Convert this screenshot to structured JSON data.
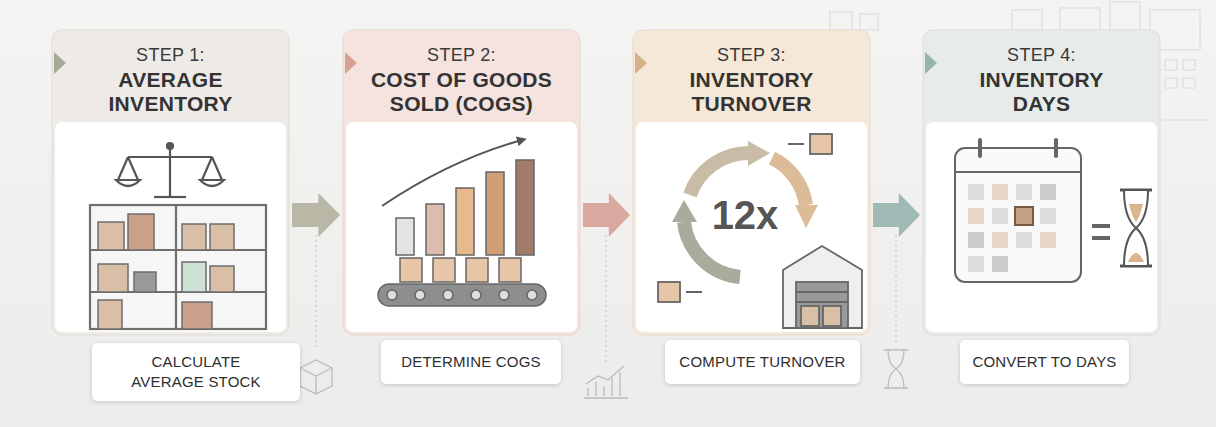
{
  "diagram": {
    "nodes": [
      {
        "text": [
          "STEP 1:",
          "AVERAGE INVENTORY"
        ]
      },
      {
        "text": [
          "CALCULATE AVERAGE STOCK"
        ],
        "in": 0
      },
      {
        "text": [
          "STEP 2:",
          "COST OF GOODS SOLD (COGS)"
        ]
      },
      {
        "text": [
          "DETERMINE COGS"
        ],
        "in": 2
      },
      {
        "text": [
          "STEP 3:",
          "INVENTORY TURNOVER"
        ]
      },
      {
        "text": [
          "COMPUTE TURNOVER"
        ],
        "in": 4
      },
      {
        "text": [
          "STEP 4:",
          "INVENTORY DAYS"
        ]
      },
      {
        "text": [
          "CONVERT TO DAYS"
        ],
        "in": 6
      }
    ],
    "edges": [
      {
        "from": 0,
        "to": 2,
        "arrow": "to"
      },
      {
        "from": 2,
        "to": 4,
        "arrow": "to"
      },
      {
        "from": 4,
        "to": 6,
        "arrow": "to"
      }
    ],
    "labels": [
      "12x"
    ]
  }
}
